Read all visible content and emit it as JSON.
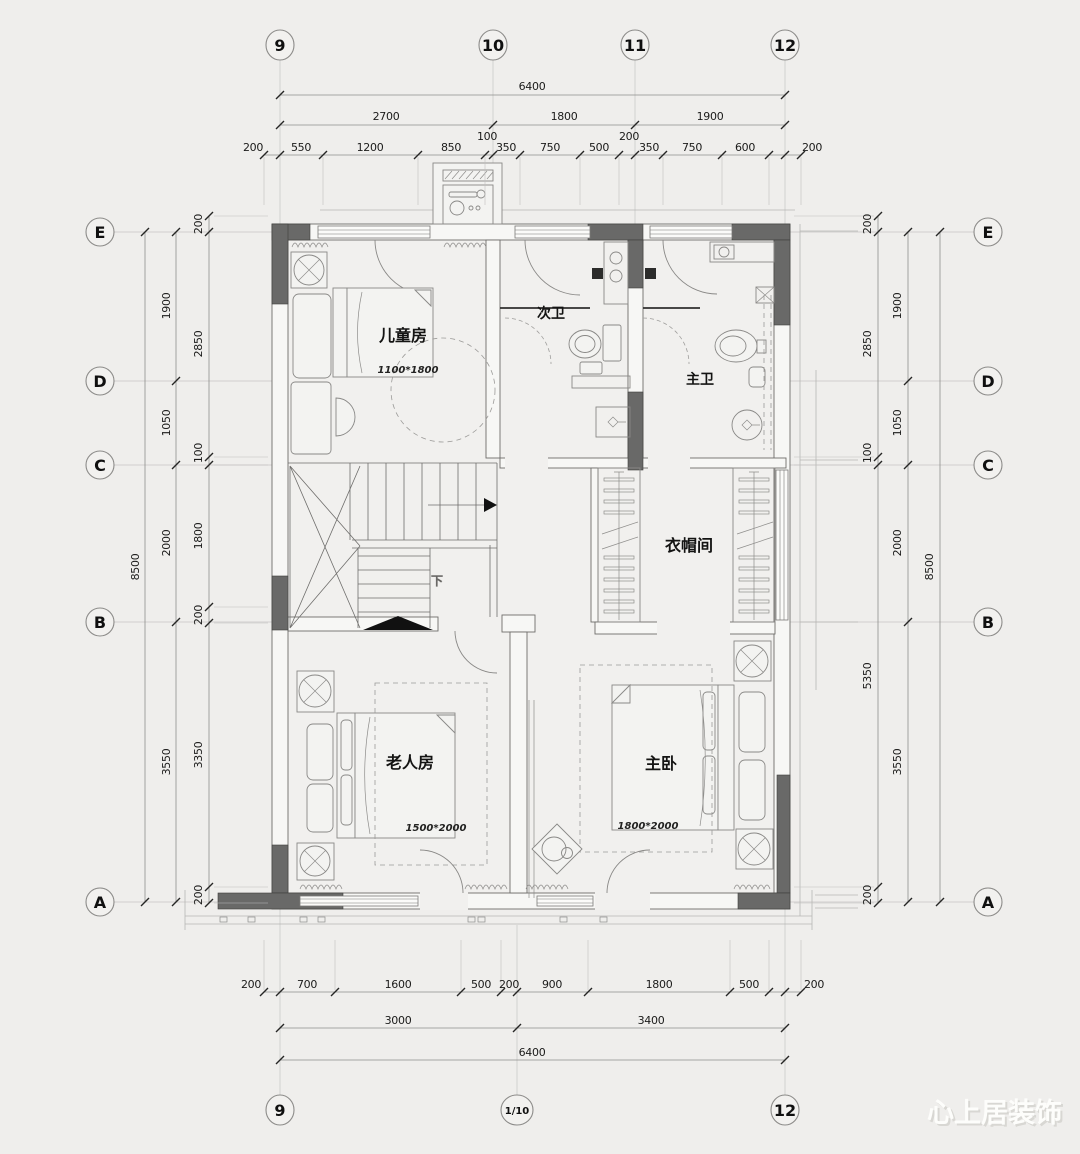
{
  "watermark": "心上居装饰",
  "grid": {
    "top": [
      "9",
      "10",
      "11",
      "12"
    ],
    "bottom": [
      "9",
      "1/10",
      "12"
    ],
    "left": [
      "E",
      "D",
      "C",
      "B",
      "A"
    ],
    "right": [
      "E",
      "D",
      "C",
      "B",
      "A"
    ]
  },
  "rooms": {
    "kids": {
      "name": "儿童房",
      "bed_size": "1100*1800"
    },
    "bath2": {
      "name": "次卫"
    },
    "bath1": {
      "name": "主卫"
    },
    "closet": {
      "name": "衣帽间"
    },
    "elder": {
      "name": "老人房",
      "bed_size": "1500*2000"
    },
    "master": {
      "name": "主卧",
      "bed_size": "1800*2000"
    },
    "stairs": {
      "down": "下"
    }
  },
  "dims": {
    "top": {
      "total": "6400",
      "spans": [
        "2700",
        "1800",
        "1900"
      ],
      "detail": [
        "200",
        "550",
        "1200",
        "850",
        "100",
        "350",
        "750",
        "500",
        "200",
        "350",
        "750",
        "600",
        "200"
      ]
    },
    "bottom": {
      "total": "6400",
      "spans": [
        "3000",
        "3400"
      ],
      "detail": [
        "200",
        "700",
        "1600",
        "500",
        "200",
        "900",
        "1800",
        "500",
        "200"
      ]
    },
    "left": {
      "total": "8500",
      "spans": [
        "1900",
        "1050",
        "2000",
        "3550"
      ],
      "detail": [
        "200",
        "2850",
        "100",
        "1800",
        "200",
        "3350",
        "200"
      ]
    },
    "right": {
      "total": "8500",
      "spans": [
        "1900",
        "1050",
        "2000",
        "3550"
      ],
      "detail": [
        "200",
        "2850",
        "100",
        "5350",
        "200"
      ]
    }
  },
  "colors": {
    "background": "#efeeec",
    "wall_dark": "#696968",
    "line": "#8a8988",
    "text": "#1b1b1a"
  }
}
